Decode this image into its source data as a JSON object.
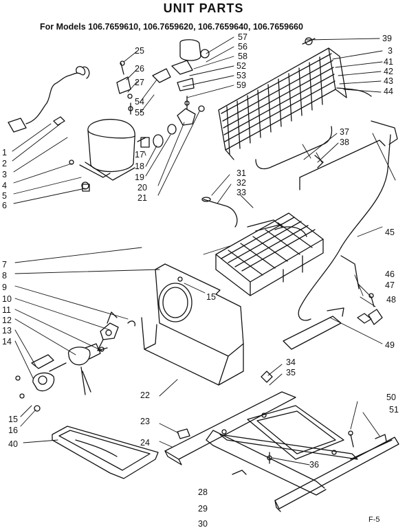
{
  "title": "UNIT PARTS",
  "subtitle": "For Models 106.7659610, 106.7659620, 106.7659640, 106.7659660",
  "figure_mark": "F-5",
  "part_numbers": [
    "1",
    "2",
    "3",
    "4",
    "5",
    "6",
    "7",
    "8",
    "9",
    "10",
    "11",
    "12",
    "13",
    "14",
    "15",
    "16",
    "17",
    "18",
    "19",
    "20",
    "21",
    "22",
    "23",
    "24",
    "25",
    "26",
    "27",
    "28",
    "29",
    "30",
    "31",
    "32",
    "33",
    "34",
    "35",
    "36",
    "37",
    "38",
    "39",
    "40",
    "41",
    "42",
    "43",
    "44",
    "45",
    "46",
    "47",
    "48",
    "49",
    "50",
    "51",
    "52",
    "53",
    "54",
    "55",
    "56",
    "57",
    "58",
    "59"
  ],
  "callouts": [
    {
      "id": "1",
      "text": "1"
    },
    {
      "id": "2",
      "text": "2"
    },
    {
      "id": "3a",
      "text": "3"
    },
    {
      "id": "4",
      "text": "4"
    },
    {
      "id": "5",
      "text": "5"
    },
    {
      "id": "6",
      "text": "6"
    },
    {
      "id": "7",
      "text": "7"
    },
    {
      "id": "8",
      "text": "8"
    },
    {
      "id": "9",
      "text": "9"
    },
    {
      "id": "10",
      "text": "10"
    },
    {
      "id": "11",
      "text": "11"
    },
    {
      "id": "12",
      "text": "12"
    },
    {
      "id": "13",
      "text": "13"
    },
    {
      "id": "14",
      "text": "14"
    },
    {
      "id": "15a",
      "text": "15"
    },
    {
      "id": "15b",
      "text": "15"
    },
    {
      "id": "16",
      "text": "16"
    },
    {
      "id": "17",
      "text": "17"
    },
    {
      "id": "18",
      "text": "18"
    },
    {
      "id": "19",
      "text": "19"
    },
    {
      "id": "20",
      "text": "20"
    },
    {
      "id": "21",
      "text": "21"
    },
    {
      "id": "22",
      "text": "22"
    },
    {
      "id": "23",
      "text": "23"
    },
    {
      "id": "24",
      "text": "24"
    },
    {
      "id": "25",
      "text": "25"
    },
    {
      "id": "26",
      "text": "26"
    },
    {
      "id": "27",
      "text": "27"
    },
    {
      "id": "28",
      "text": "28"
    },
    {
      "id": "29",
      "text": "29"
    },
    {
      "id": "30",
      "text": "30"
    },
    {
      "id": "31",
      "text": "31"
    },
    {
      "id": "32",
      "text": "32"
    },
    {
      "id": "33",
      "text": "33"
    },
    {
      "id": "34",
      "text": "34"
    },
    {
      "id": "35",
      "text": "35"
    },
    {
      "id": "36",
      "text": "36"
    },
    {
      "id": "37",
      "text": "37"
    },
    {
      "id": "38",
      "text": "38"
    },
    {
      "id": "39",
      "text": "39"
    },
    {
      "id": "3b",
      "text": "3"
    },
    {
      "id": "40",
      "text": "40"
    },
    {
      "id": "41",
      "text": "41"
    },
    {
      "id": "42",
      "text": "42"
    },
    {
      "id": "43",
      "text": "43"
    },
    {
      "id": "44",
      "text": "44"
    },
    {
      "id": "45",
      "text": "45"
    },
    {
      "id": "46",
      "text": "46"
    },
    {
      "id": "47",
      "text": "47"
    },
    {
      "id": "48",
      "text": "48"
    },
    {
      "id": "49",
      "text": "49"
    },
    {
      "id": "50",
      "text": "50"
    },
    {
      "id": "51",
      "text": "51"
    },
    {
      "id": "52",
      "text": "52"
    },
    {
      "id": "53",
      "text": "53"
    },
    {
      "id": "54",
      "text": "54"
    },
    {
      "id": "55",
      "text": "55"
    },
    {
      "id": "56",
      "text": "56"
    },
    {
      "id": "57",
      "text": "57"
    },
    {
      "id": "58",
      "text": "58"
    },
    {
      "id": "59",
      "text": "59"
    }
  ]
}
